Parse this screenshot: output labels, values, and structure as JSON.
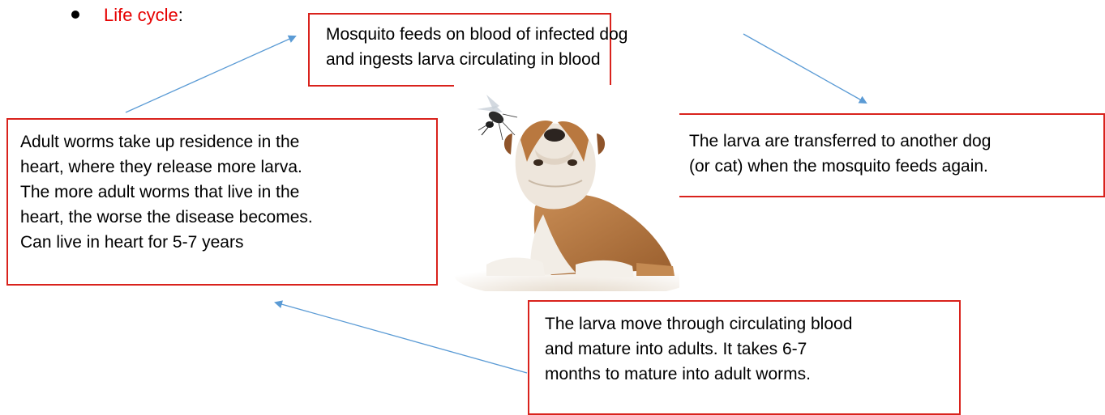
{
  "heading": {
    "label": "Life cycle",
    "suffix": ":"
  },
  "boxes": {
    "top": [
      "Mosquito feeds on blood of infected dog",
      "and ingests larva circulating in blood"
    ],
    "right": [
      "The larva are transferred to another dog",
      "(or cat) when the mosquito feeds again."
    ],
    "left": [
      "Adult worms take up residence in the",
      "heart, where they release more larva.",
      "The more adult worms that live in the",
      "heart, the worse the disease becomes.",
      "Can live in heart for 5-7 years"
    ],
    "bottom": [
      "The larva move through circulating blood",
      "and mature into adults. It takes 6-7",
      "months to mature into adult worms."
    ]
  },
  "colors": {
    "box_border": "#d9221c",
    "heading_red": "#e60000",
    "arrow": "#5b9bd5"
  },
  "image": {
    "subject": "bulldog-looking-up-at-mosquito",
    "icon_names": [
      "mosquito-icon",
      "dog-icon"
    ]
  }
}
